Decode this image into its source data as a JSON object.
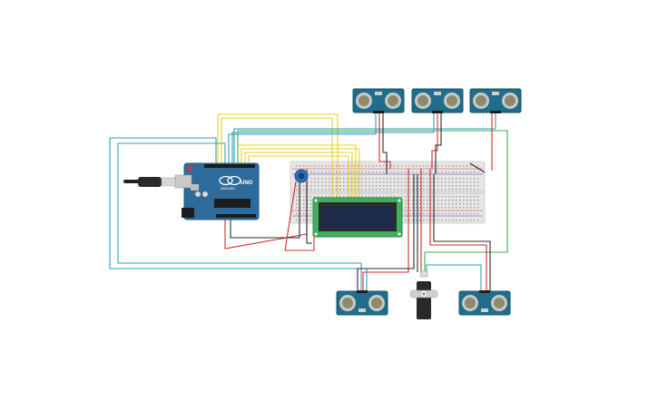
{
  "circuit": {
    "arduino": {
      "brand": "ARDUINO",
      "model": "UNO"
    },
    "sensors_top": [
      {
        "part": "ultrasonic-sensor"
      },
      {
        "part": "ultrasonic-sensor"
      },
      {
        "part": "ultrasonic-sensor"
      }
    ],
    "sensors_bottom": [
      {
        "part": "ultrasonic-sensor"
      },
      {
        "part": "ultrasonic-sensor"
      }
    ],
    "servo": {
      "part": "micro-servo"
    },
    "lcd": {
      "part": "lcd-16x2"
    },
    "potentiometer": {
      "part": "potentiometer"
    },
    "breadboard": {
      "part": "breadboard"
    }
  },
  "colors": {
    "wire_yellow": "#e8d21c",
    "wire_cyan": "#2e9fb8",
    "wire_green": "#3dae4a",
    "wire_red": "#d22b2b",
    "wire_black": "#2a2a2a",
    "wire_gray": "#8a8a8a",
    "board_blue": "#2f6b9a",
    "sensor_teal": "#1f6d8a",
    "lcd_green": "#3fae5f",
    "lcd_screen": "#1e2a4a"
  }
}
